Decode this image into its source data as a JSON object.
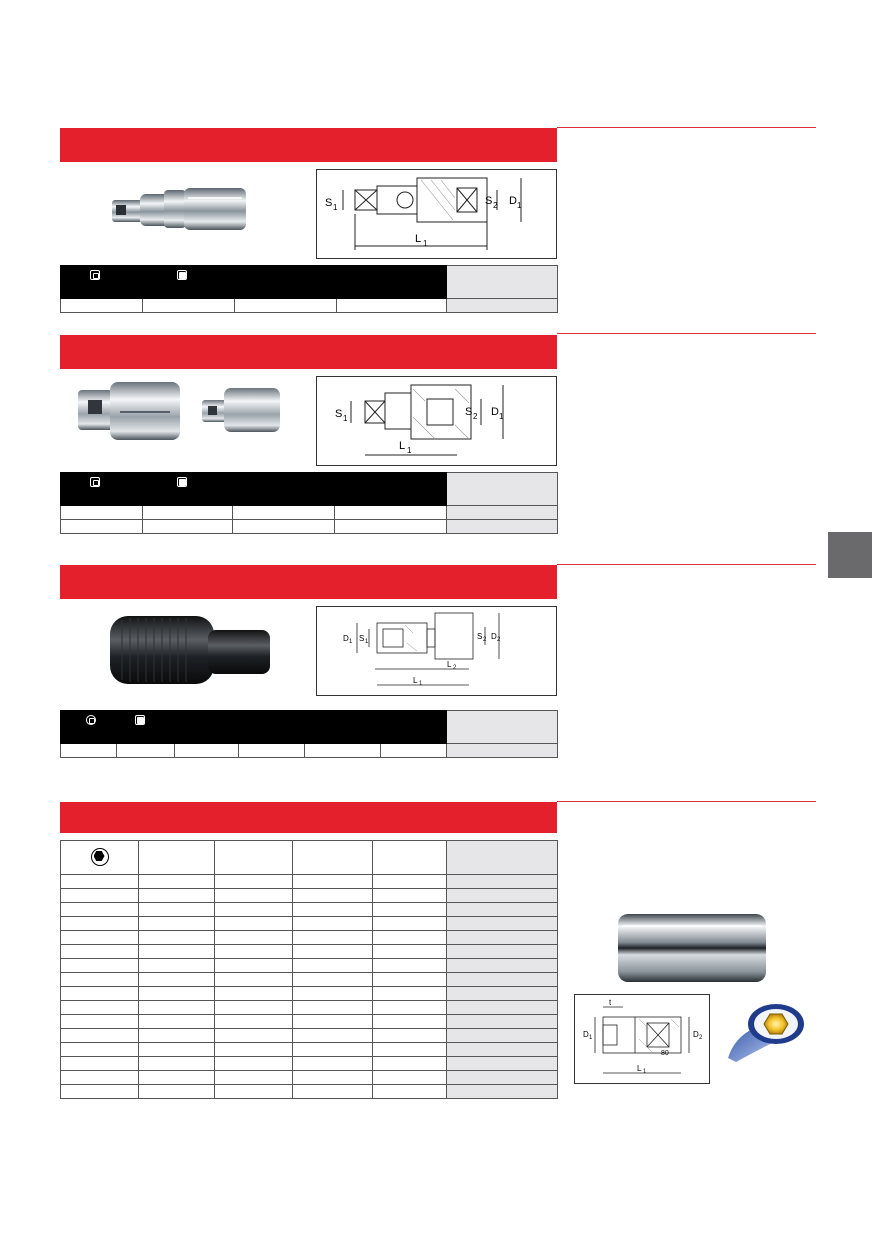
{
  "sections": [
    {
      "id": "universal-joint",
      "drawing_labels": [
        "S",
        "S",
        "D",
        "L"
      ],
      "drawing_subscripts": [
        "1",
        "2",
        "1",
        "1"
      ]
    },
    {
      "id": "adapter",
      "drawing_labels": [
        "S",
        "S",
        "D",
        "L"
      ],
      "drawing_subscripts": [
        "1",
        "2",
        "1",
        "1"
      ]
    },
    {
      "id": "quick-release-adapter",
      "drawing_labels": [
        "D",
        "S",
        "S",
        "D",
        "L",
        "L"
      ],
      "drawing_subscripts": [
        "1",
        "1",
        "2",
        "2",
        "2",
        "1"
      ]
    },
    {
      "id": "deep-socket",
      "drawing_labels": [
        "t",
        "D",
        "D",
        "L"
      ],
      "drawing_subscripts": [
        "",
        "1",
        "2",
        "1"
      ],
      "drawing_marking": "80"
    }
  ],
  "colors": {
    "accent_red": "#e3202b",
    "header_black": "#000000",
    "column_grey": "#e6e6e8",
    "side_tab_grey": "#6a6a6c"
  },
  "icons": {
    "square_drive_female": "square-drive-female-icon",
    "square_drive_male": "square-drive-male-icon",
    "hex_socket": "hexagon-socket-icon"
  }
}
